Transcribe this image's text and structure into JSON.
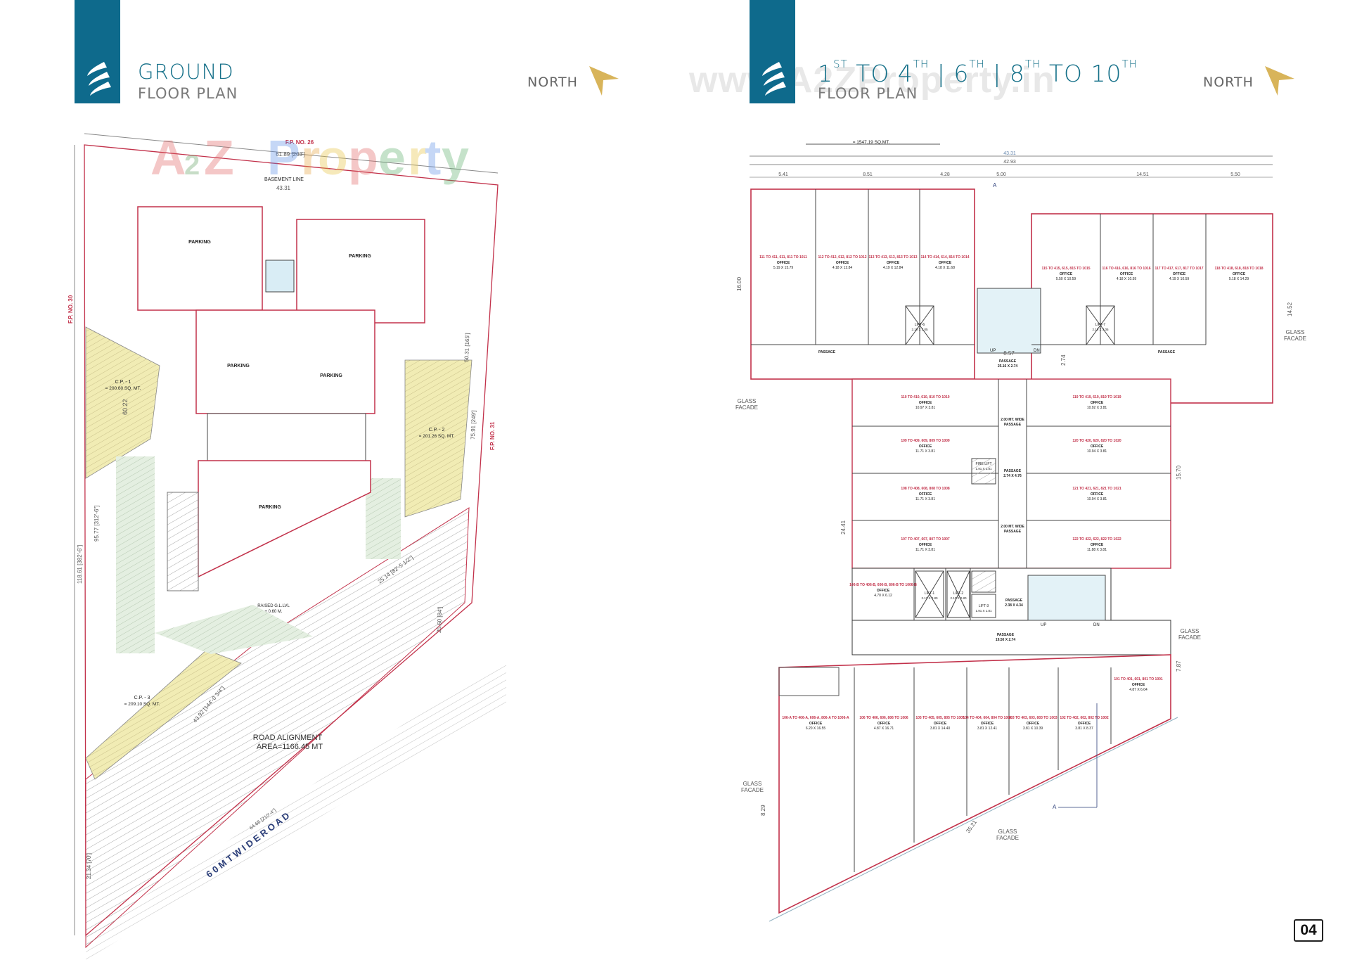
{
  "left_page": {
    "title": "GROUND",
    "subtitle": "FLOOR PLAN",
    "north_label": "NORTH",
    "watermark": "A2Z Property",
    "labels": {
      "fp26": "F.P. NO. 26",
      "fp30": "F.P. NO. 30",
      "fp31": "F.P. NO. 31",
      "top_dim": "61.89 [203']",
      "basement_line": "BASEMENT LINE",
      "width_dim": "43.31",
      "parking": "PARKING",
      "cp1": "C.P. - 1",
      "cp1_area": "= 200.60 SQ. MT.",
      "cp2": "C.P. - 2",
      "cp2_area": "= 201.26 SQ. MT.",
      "cp3": "C.P. - 3",
      "cp3_area": "= 209.10 SQ. MT.",
      "road_alignment": "ROAD ALIGNMENT",
      "road_area": "AREA=1166.45 MT",
      "road_name": "6 0   M T   W I D E   R O A D",
      "raised_level": "RAISED G.L.LVL",
      "raised_level_val": "+ 0.60 M.",
      "dim_left_total": "118.61 [382'-6\"]",
      "dim_left_inner": "95.77 [312'-6\"]",
      "dim_right_upper": "50.31 [165']",
      "dim_right_total": "75.91 [249']",
      "dim_diag1": "25.14 [82'-5 1/2\"]",
      "dim_diag2": "25.60 [84']",
      "dim_diag3": "43.92 [144'-0 3/4\"]",
      "dim_road": "64.66 [210'-4\"]",
      "dim_bottom_left": "21.34 [70']",
      "cp1_dim": "60.22"
    }
  },
  "right_page": {
    "title_parts": [
      "1",
      "ST",
      " TO 4",
      "TH",
      " | 6",
      "TH",
      " | 8",
      "TH",
      " TO 10",
      "TH"
    ],
    "subtitle": "FLOOR PLAN",
    "north_label": "NORTH",
    "watermark": "www.A2ZProperty.in",
    "area_note": "= 1547.19 SQ.MT.",
    "dims": {
      "overall": "43.31",
      "inner": "42.93",
      "d1": "5.41",
      "d2": "8.51",
      "d3": "4.28",
      "d4": "5.00",
      "d5": "14.51",
      "d6": "5.50",
      "left_height": "16.00",
      "core_height": "24.41",
      "right_core": "15.70",
      "right_wing": "14.52",
      "bottom_left": "8.29",
      "bottom_diag": "35.21",
      "right_lower": "7.87",
      "stair": "8.57",
      "pass_w": "2.74"
    },
    "office_label": "OFFICE",
    "units": [
      {
        "range": "111 TO 411, 611, 811 TO 1011",
        "size": "5.19 X 15.79"
      },
      {
        "range": "112 TO 412, 612, 812 TO 1012",
        "size": "4.18 X 12.84"
      },
      {
        "range": "113 TO 413, 613, 813 TO 1013",
        "size": "4.19 X 12.84"
      },
      {
        "range": "114 TO 414, 614, 814 TO 1014",
        "size": "4.18 X 11.68"
      },
      {
        "range": "115 TO 415, 615, 815 TO 1015",
        "size": "5.50 X 10.59"
      },
      {
        "range": "116 TO 416, 616, 816 TO 1016",
        "size": "4.18 X 10.59"
      },
      {
        "range": "117 TO 417, 617, 817 TO 1017",
        "size": "4.19 X 10.59"
      },
      {
        "range": "118 TO 418, 618, 818 TO 1018",
        "size": "5.18 X 14.29"
      },
      {
        "range": "110 TO 410, 610, 810 TO 1010",
        "size": "10.97 X 3.81"
      },
      {
        "range": "109 TO 409, 609, 809 TO 1009",
        "size": "11.71 X 3.81"
      },
      {
        "range": "108 TO 408, 608, 808 TO 1008",
        "size": "11.71 X 3.81"
      },
      {
        "range": "107 TO 407, 607, 807 TO 1007",
        "size": "11.71 X 3.81"
      },
      {
        "range": "119 TO 419, 619, 819 TO 1019",
        "size": "10.92 X 3.81"
      },
      {
        "range": "120 TO 420, 620, 820 TO 1020",
        "size": "10.94 X 3.81"
      },
      {
        "range": "121 TO 421, 621, 821 TO 1021",
        "size": "10.94 X 3.81"
      },
      {
        "range": "122 TO 422, 622, 822 TO 1022",
        "size": "11.88 X 3.81"
      },
      {
        "range": "106-B TO 406-B, 606-B, 806-B TO 1006-B",
        "size": "4.70 X 6.12"
      },
      {
        "range": "106-A TO 406-A, 606-A, 806-A TO 1006-A",
        "size": "6.20 X 16.55"
      },
      {
        "range": "106 TO 406, 606, 806 TO 1006",
        "size": "4.87 X 16.71"
      },
      {
        "range": "105 TO 405, 605, 805 TO 1005",
        "size": "3.81 X 14.40"
      },
      {
        "range": "104 TO 404, 604, 804 TO 1004",
        "size": "3.81 X 12.41"
      },
      {
        "range": "103 TO 403, 603, 803 TO 1003",
        "size": "3.81 X 10.39"
      },
      {
        "range": "102 TO 402, 602, 802 TO 1002",
        "size": "3.81 X 8.37"
      },
      {
        "range": "101 TO 401, 601, 801 TO 1001",
        "size": "4.87 X 6.04"
      }
    ],
    "lifts": [
      {
        "name": "LIFT-6",
        "size": "2.10 X 3.05"
      },
      {
        "name": "LIFT-7",
        "size": "2.10 X 3.05"
      },
      {
        "name": "LIFT-1",
        "size": "2.13 X 2.80"
      },
      {
        "name": "LIFT-2",
        "size": "2.13 X 2.80"
      },
      {
        "name": "LIFT-3",
        "size": "1.91 X 1.81"
      },
      {
        "name": "FIRE LIFT",
        "size": "1.91 X 1.81"
      }
    ],
    "passages": [
      {
        "name": "PASSAGE",
        "size": ""
      },
      {
        "name": "PASSAGE",
        "size": "25.16 X 2.74"
      },
      {
        "name": "PASSAGE",
        "size": ""
      },
      {
        "name": "PASSAGE",
        "size": "2.74 X 4.76"
      },
      {
        "name": "PASSAGE",
        "size": "19.50 X 2.74"
      },
      {
        "name": "PASSAGE",
        "size": "2.38 X 4.34"
      },
      {
        "name": "2.00 MT. WIDE",
        "size": "PASSAGE"
      },
      {
        "name": "2.00 MT. WIDE",
        "size": "PASSAGE"
      }
    ],
    "glass_facade": [
      "GLASS",
      "FACADE"
    ],
    "stair_up": "UP",
    "stair_dn": "DN",
    "section_mark": "A"
  },
  "page_number": "04",
  "colors": {
    "brand": "#0e6a8c",
    "north_arrow": "#d8b45a",
    "wall": "#c2314a",
    "car_park": "#f1ecb4",
    "approach": "#dfeedd"
  }
}
